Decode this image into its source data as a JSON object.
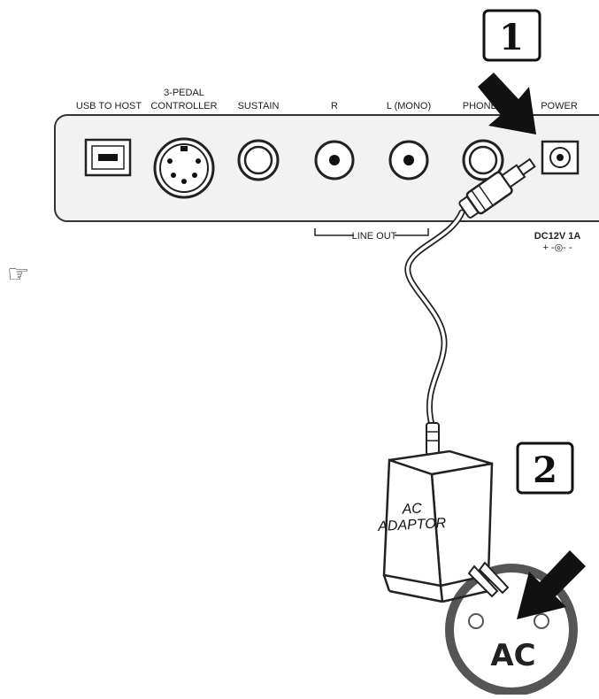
{
  "panel": {
    "labels": {
      "usb": "USB TO HOST",
      "pedal_line1": "3-PEDAL",
      "pedal_line2": "CONTROLLER",
      "sustain": "SUSTAIN",
      "r": "R",
      "l_mono": "L (MONO)",
      "phones": "PHONES",
      "power": "POWER",
      "line_out": "LINE OUT",
      "dc_spec": "DC12V 1A",
      "polarity": "+ -◎- -"
    }
  },
  "steps": {
    "step1": "1",
    "step2": "2"
  },
  "adaptor": {
    "line1": "AC",
    "line2": "ADAPTOR"
  },
  "outlet": {
    "label": "AC"
  },
  "note": {
    "icon": "pointing-hand-icon",
    "glyph": "☞"
  },
  "colors": {
    "panel_fill": "#f2f2f2",
    "outline": "#333333",
    "arrow": "#111111",
    "outlet_ring": "#555555"
  }
}
